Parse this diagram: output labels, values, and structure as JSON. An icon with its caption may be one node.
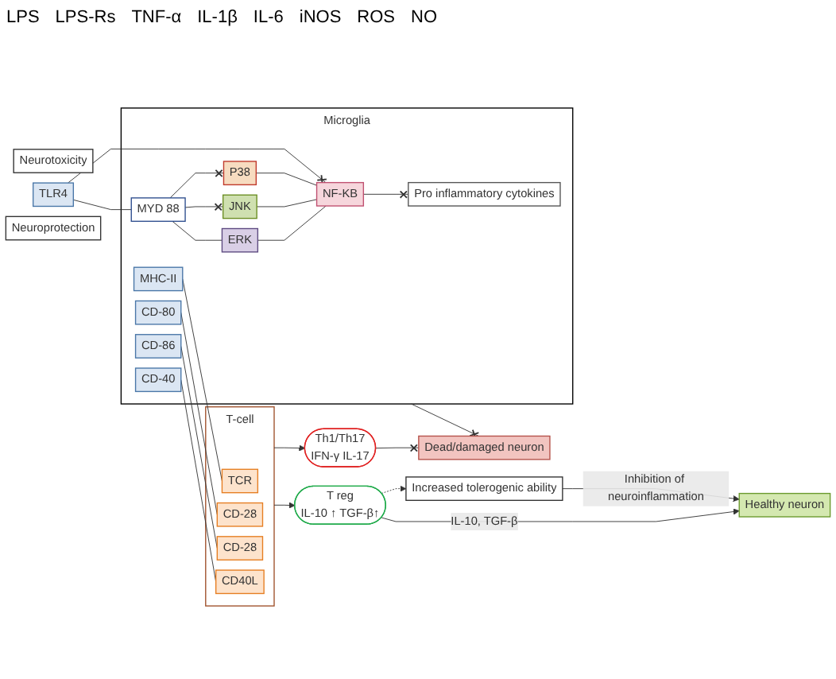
{
  "diagram": {
    "nodes": [
      {
        "text": [
          "Neurotoxicity"
        ]
      },
      {
        "text": [
          "Dead/damaged neuron"
        ]
      },
      {
        "text": [
          "Microglia"
        ]
      },
      {
        "text": [
          "TLR4"
        ]
      },
      {
        "text": [
          "MYD 88"
        ],
        "in": 2
      },
      {
        "text": [
          "P38"
        ],
        "in": 2
      },
      {
        "text": [
          "JNK"
        ],
        "in": 2
      },
      {
        "text": [
          "ERK"
        ],
        "in": 2
      },
      {
        "text": [
          "NF-KB"
        ],
        "in": 2
      },
      {
        "text": [
          "Pro inflammatory cytokines"
        ],
        "in": 2
      },
      {
        "text": [
          "MHC-II"
        ],
        "in": 2
      },
      {
        "text": [
          "CD-80"
        ],
        "in": 2
      },
      {
        "text": [
          "CD-86"
        ],
        "in": 2
      },
      {
        "text": [
          "CD-40"
        ],
        "in": 2
      },
      {
        "text": [
          "T-cell"
        ]
      },
      {
        "text": [
          "TCR"
        ],
        "in": 14
      },
      {
        "text": [
          "CD-28"
        ],
        "in": 14
      },
      {
        "text": [
          "CD-28"
        ],
        "in": 14
      },
      {
        "text": [
          "CD40L"
        ],
        "in": 14
      },
      {
        "text": [
          "Th1/Th17",
          "IFN-γ IL-17"
        ]
      },
      {
        "text": [
          "T reg",
          "IL-10 ↑ TGF-β↑"
        ]
      },
      {
        "text": [
          "Increased tolerogenic ability"
        ]
      },
      {
        "text": [
          "Healthy neuron"
        ]
      },
      {
        "text": [
          "Neuroprotection"
        ]
      }
    ],
    "edges": [
      {
        "from": 3,
        "to": 4,
        "arrow": "none"
      },
      {
        "from": 3,
        "to": 8,
        "arrow": "other"
      },
      {
        "from": 4,
        "to": 5,
        "arrow": "other"
      },
      {
        "from": 4,
        "to": 6,
        "arrow": "other"
      },
      {
        "from": 4,
        "to": 7,
        "arrow": "none"
      },
      {
        "from": 5,
        "to": 8,
        "arrow": "none"
      },
      {
        "from": 6,
        "to": 8,
        "arrow": "none"
      },
      {
        "from": 7,
        "to": 8,
        "arrow": "none"
      },
      {
        "from": 8,
        "to": 9,
        "arrow": "other"
      },
      {
        "from": 10,
        "to": 15,
        "arrow": "none"
      },
      {
        "from": 11,
        "to": 16,
        "arrow": "none"
      },
      {
        "from": 12,
        "to": 17,
        "arrow": "none"
      },
      {
        "from": 13,
        "to": 18,
        "arrow": "none"
      },
      {
        "from": 2,
        "to": 1,
        "arrow": "other"
      },
      {
        "from": 19,
        "to": 1,
        "arrow": "other"
      },
      {
        "from": 14,
        "to": 19,
        "arrow": "to"
      },
      {
        "from": 14,
        "to": 20,
        "arrow": "to"
      },
      {
        "from": 20,
        "to": 21,
        "arrow": "to",
        "style": "dashed"
      },
      {
        "from": 21,
        "to": 22,
        "arrow": "to",
        "label": "Inhibition of neuroinflammation"
      },
      {
        "from": 20,
        "to": 22,
        "arrow": "to",
        "label": "IL-10, TGF-β"
      }
    ],
    "labels": [
      "LPS",
      "LPS-Rs",
      "TNF-α",
      "IL-1β",
      "IL-6",
      "iNOS",
      "ROS",
      "NO"
    ]
  }
}
